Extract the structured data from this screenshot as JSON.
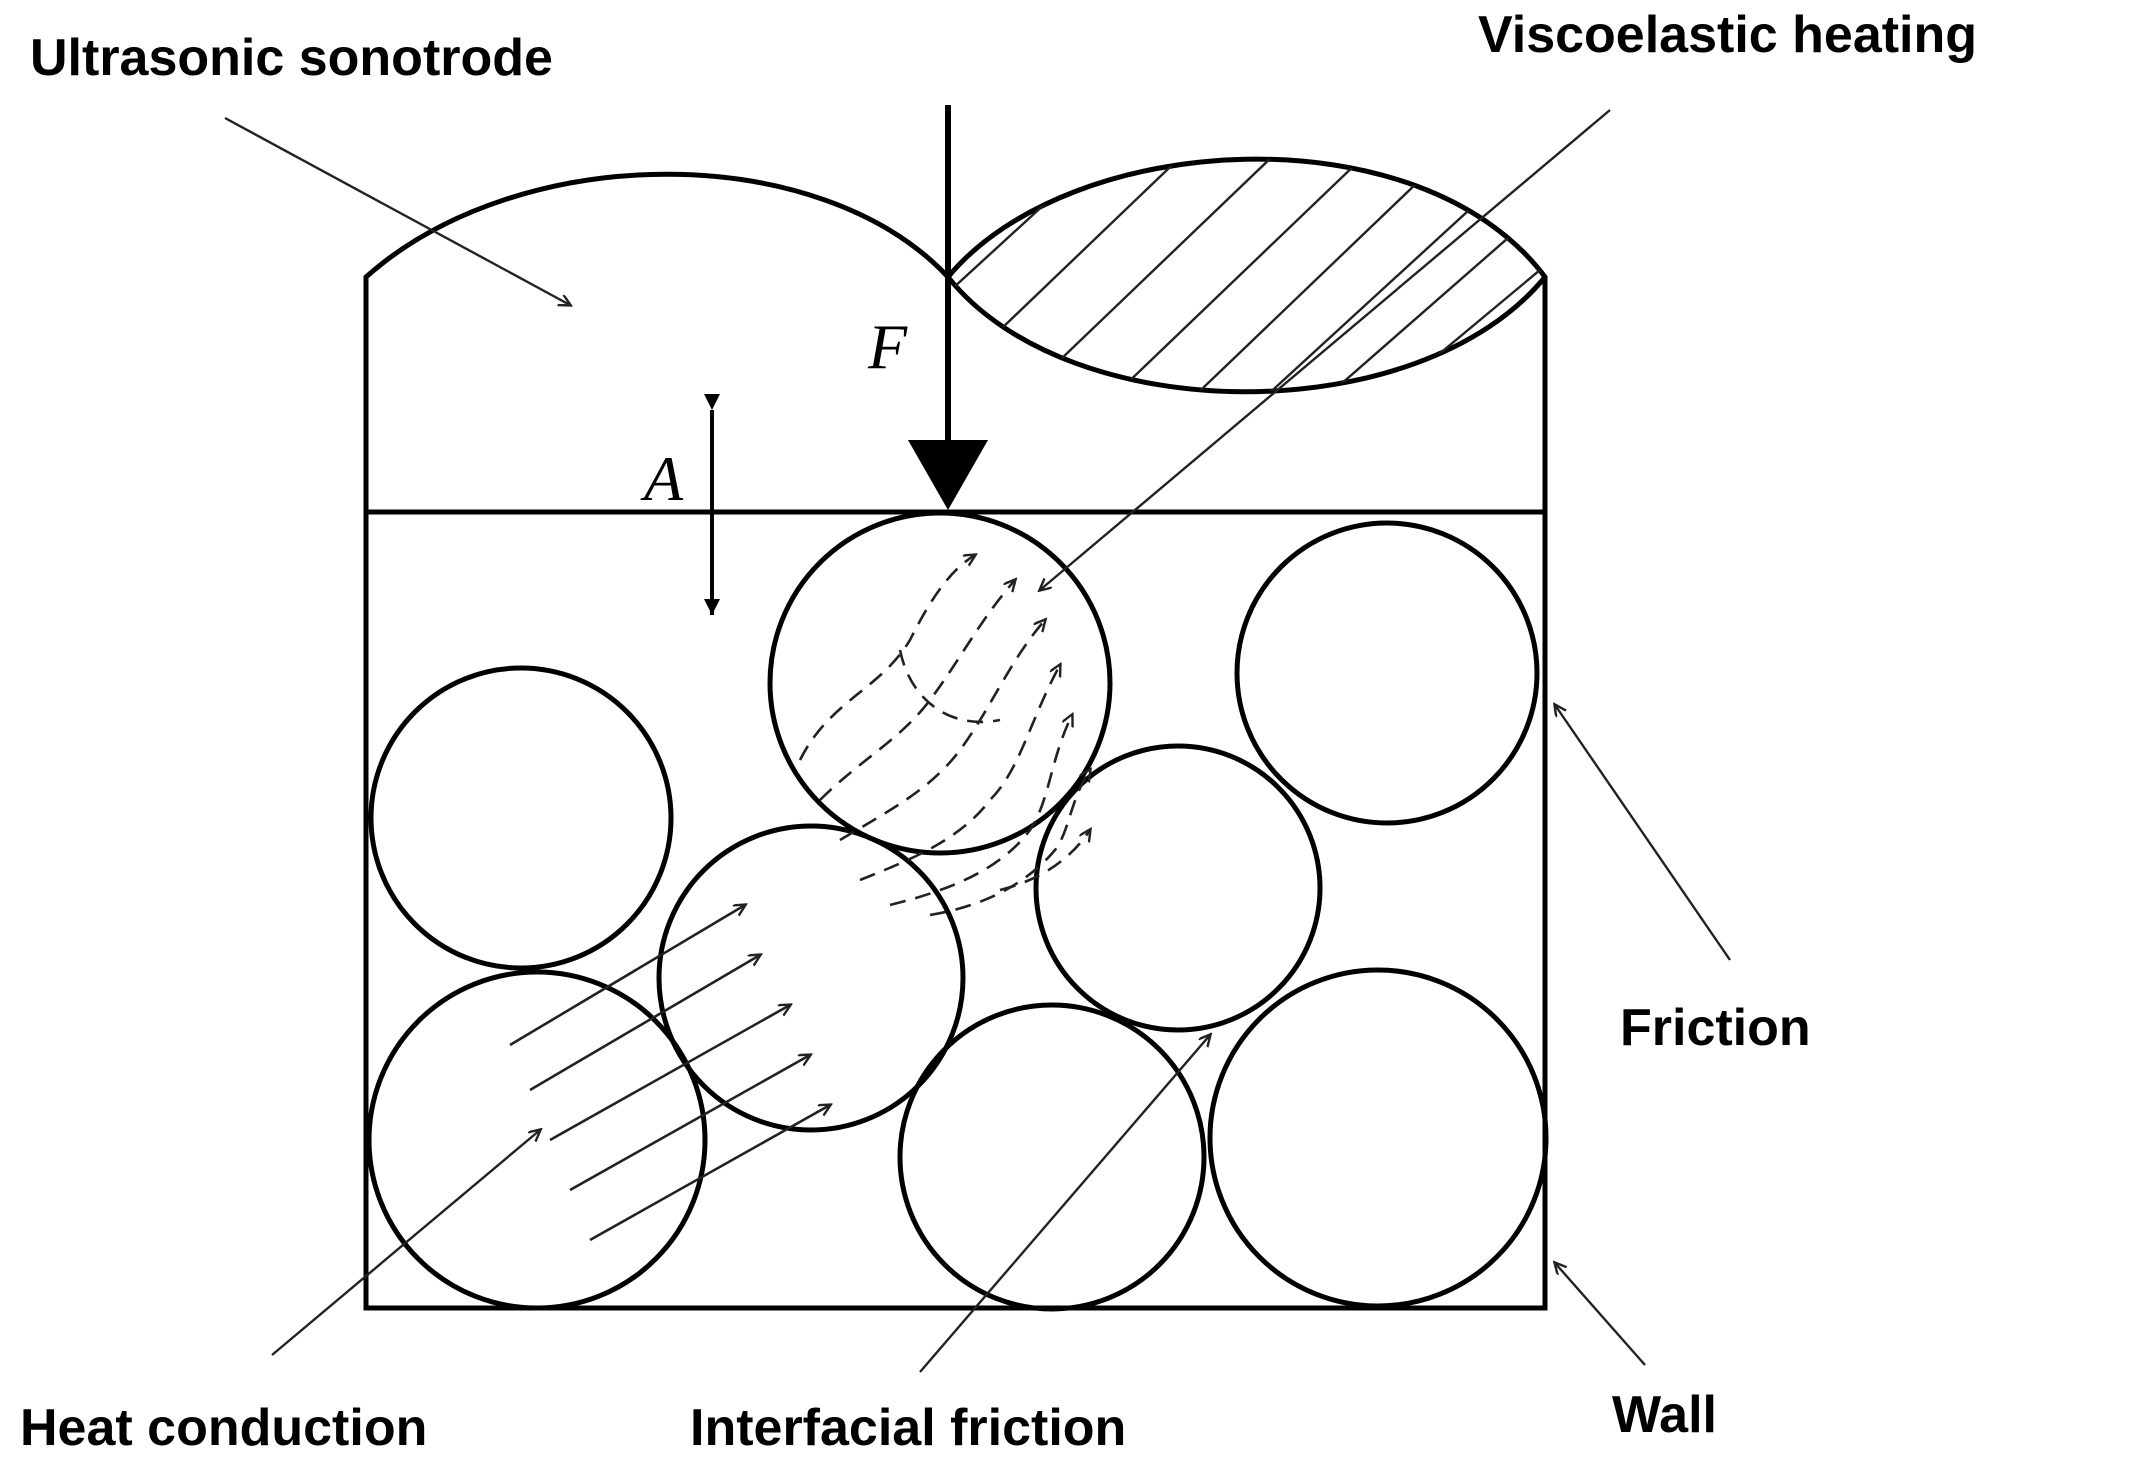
{
  "labels": {
    "ultrasonic_sonotrode": "Ultrasonic sonotrode",
    "viscoelastic_heating": "Viscoelastic heating",
    "friction": "Friction",
    "wall": "Wall",
    "heat_conduction": "Heat conduction",
    "interfacial_friction": "Interfacial friction",
    "force_symbol": "F",
    "amplitude_symbol": "A"
  },
  "colors": {
    "stroke": "#000000",
    "background": "#ffffff"
  }
}
